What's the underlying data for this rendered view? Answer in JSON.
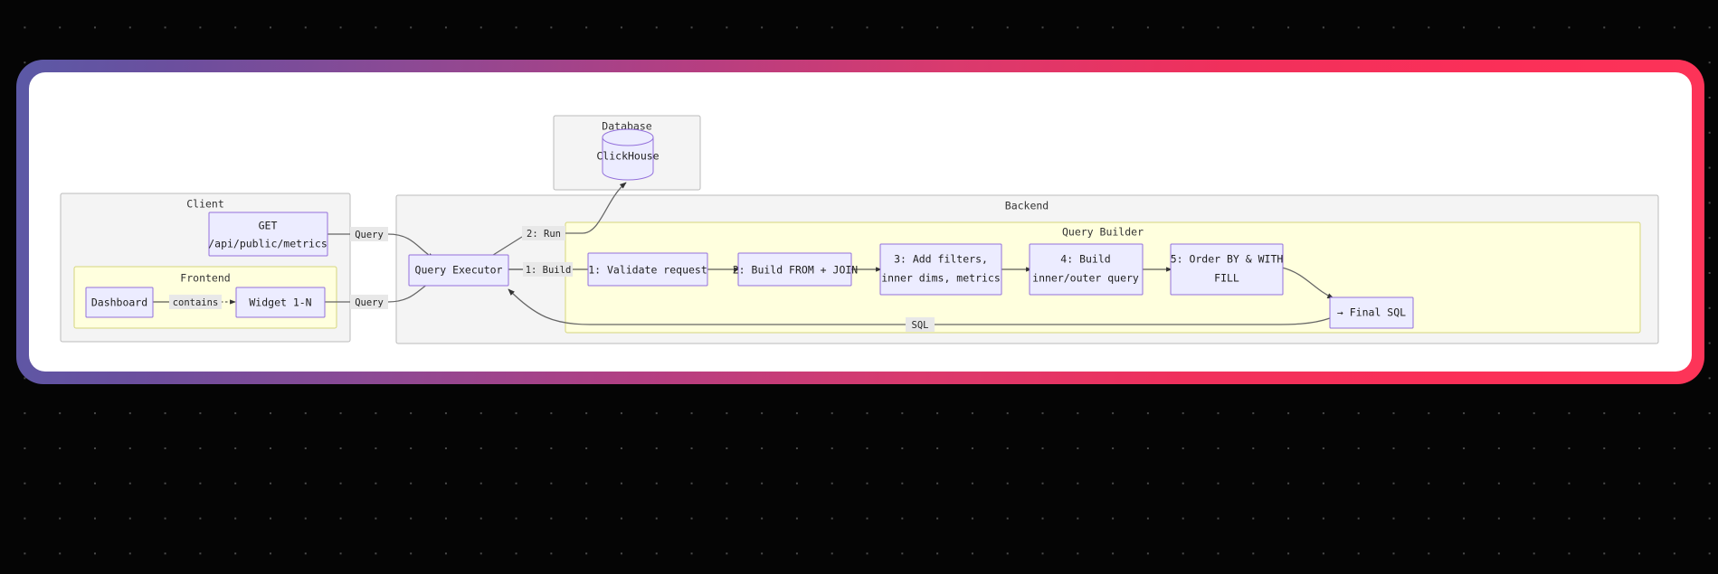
{
  "theme": {
    "page_background": "#050505",
    "dot_color": "#4a4a4a",
    "frame_gradient_start": "#5b59a6",
    "frame_gradient_mid": "#c23b76",
    "frame_gradient_end": "#fd3458",
    "card_background": "#ffffff",
    "node_fill": "#ececff",
    "node_stroke": "#9370db",
    "cluster_grey_fill": "#f4f4f4",
    "cluster_grey_stroke": "#bbbbbb",
    "cluster_yellow_fill": "#ffffde",
    "cluster_yellow_stroke": "#d6d67d",
    "edge_stroke": "#666666",
    "edge_label_bg": "#e8e8e8"
  },
  "diagram": {
    "type": "flowchart",
    "clusters": [
      {
        "id": "client",
        "label": "Client",
        "style": "grey"
      },
      {
        "id": "frontend",
        "label": "Frontend",
        "style": "yellow"
      },
      {
        "id": "database",
        "label": "Database",
        "style": "grey"
      },
      {
        "id": "backend",
        "label": "Backend",
        "style": "grey"
      },
      {
        "id": "query_builder",
        "label": "Query Builder",
        "style": "yellow"
      }
    ],
    "nodes": [
      {
        "id": "dashboard",
        "cluster": "client",
        "shape": "rect",
        "lines": [
          "Dashboard"
        ]
      },
      {
        "id": "widget",
        "cluster": "client",
        "shape": "rect",
        "lines": [
          "Widget 1-N"
        ]
      },
      {
        "id": "api",
        "cluster": "client",
        "shape": "rect",
        "lines": [
          "GET",
          "/api/public/metrics"
        ]
      },
      {
        "id": "clickhouse",
        "cluster": "database",
        "shape": "cylinder",
        "lines": [
          "ClickHouse"
        ]
      },
      {
        "id": "executor",
        "cluster": "backend",
        "shape": "rect",
        "lines": [
          "Query Executor"
        ]
      },
      {
        "id": "step1",
        "cluster": "query_builder",
        "shape": "rect",
        "lines": [
          "1: Validate request"
        ]
      },
      {
        "id": "step2",
        "cluster": "query_builder",
        "shape": "rect",
        "lines": [
          "2: Build FROM + JOIN"
        ]
      },
      {
        "id": "step3",
        "cluster": "query_builder",
        "shape": "rect",
        "lines": [
          "3: Add filters,",
          "inner dims, metrics"
        ]
      },
      {
        "id": "step4",
        "cluster": "query_builder",
        "shape": "rect",
        "lines": [
          "4: Build",
          "inner/outer query"
        ]
      },
      {
        "id": "step5",
        "cluster": "query_builder",
        "shape": "rect",
        "lines": [
          "5: Order BY & WITH",
          "FILL"
        ]
      },
      {
        "id": "finalsql",
        "cluster": "query_builder",
        "shape": "rect",
        "lines": [
          "→ Final SQL"
        ]
      }
    ],
    "edges": [
      {
        "from": "dashboard",
        "to": "widget",
        "label": "contains",
        "style": "dotted"
      },
      {
        "from": "api",
        "to": "executor",
        "label": "Query",
        "style": "solid"
      },
      {
        "from": "widget",
        "to": "executor",
        "label": "Query",
        "style": "solid"
      },
      {
        "from": "executor",
        "to": "step1",
        "label": "1: Build",
        "style": "solid"
      },
      {
        "from": "step1",
        "to": "step2",
        "label": "",
        "style": "solid"
      },
      {
        "from": "step2",
        "to": "step3",
        "label": "",
        "style": "solid"
      },
      {
        "from": "step3",
        "to": "step4",
        "label": "",
        "style": "solid"
      },
      {
        "from": "step4",
        "to": "step5",
        "label": "",
        "style": "solid"
      },
      {
        "from": "step5",
        "to": "finalsql",
        "label": "",
        "style": "solid"
      },
      {
        "from": "finalsql",
        "to": "executor",
        "label": "SQL",
        "style": "solid"
      },
      {
        "from": "executor",
        "to": "clickhouse",
        "label": "2: Run",
        "style": "solid"
      }
    ]
  },
  "labels": {
    "client": "Client",
    "frontend": "Frontend",
    "database": "Database",
    "backend": "Backend",
    "query_builder": "Query Builder",
    "dashboard": "Dashboard",
    "widget": "Widget 1-N",
    "api_line1": "GET",
    "api_line2": "/api/public/metrics",
    "clickhouse": "ClickHouse",
    "executor": "Query Executor",
    "step1": "1: Validate request",
    "step2": "2: Build FROM + JOIN",
    "step3_line1": "3: Add filters,",
    "step3_line2": "inner dims, metrics",
    "step4_line1": "4: Build",
    "step4_line2": "inner/outer query",
    "step5_line1": "5: Order BY & WITH",
    "step5_line2": "FILL",
    "finalsql": "→ Final SQL",
    "edge_contains": "contains",
    "edge_query_top": "Query",
    "edge_query_bottom": "Query",
    "edge_build": "1: Build",
    "edge_sql": "SQL",
    "edge_run": "2: Run"
  }
}
